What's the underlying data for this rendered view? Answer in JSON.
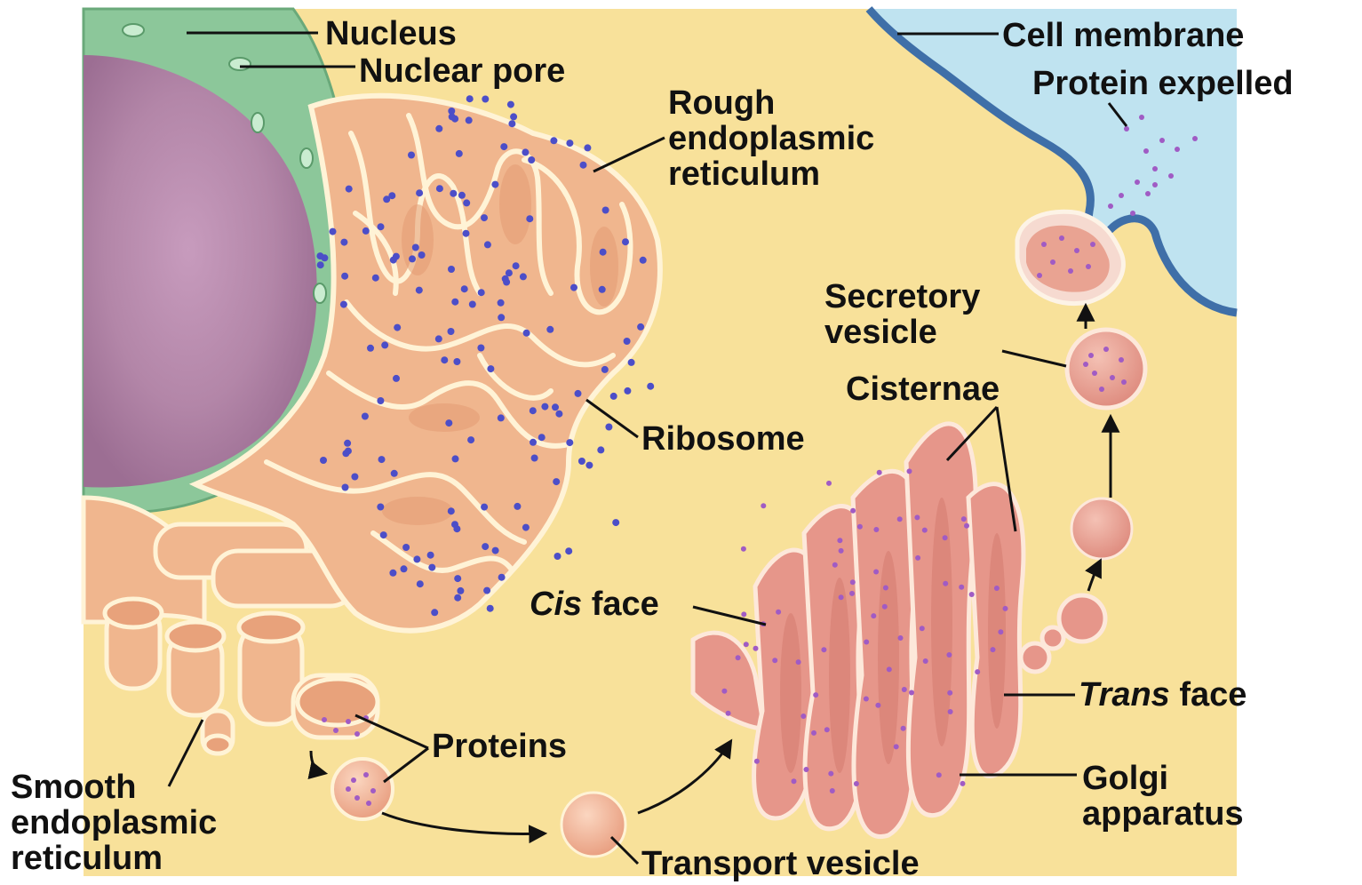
{
  "colors": {
    "cytoplasm": "#f8e19a",
    "exterior": "#bfe3f0",
    "membrane": "#3f6fa8",
    "nuclear_envelope": "#8cc79a",
    "nucleoplasm": "#b98aae",
    "er": "#f0b68e",
    "er_outline": "#fff3d6",
    "golgi": "#e6968a",
    "ribosome": "#4c4ec8",
    "protein_dot": "#a05bc4",
    "label_text": "#111111"
  },
  "icons": {
    "arrow": "curved-arrow-icon",
    "leader": "leader-line"
  },
  "labels": {
    "nucleus": "Nucleus",
    "nuclear_pore": "Nuclear pore",
    "rough_er": [
      "Rough",
      "endoplasmic",
      "reticulum"
    ],
    "ribosome": "Ribosome",
    "smooth_er": [
      "Smooth",
      "endoplasmic",
      "reticulum"
    ],
    "proteins": "Proteins",
    "transport_vesicle": "Transport vesicle",
    "cis_face": {
      "italic": "Cis",
      "rest": "face"
    },
    "cisternae": "Cisternae",
    "trans_face": {
      "italic": "Trans",
      "rest": "face"
    },
    "golgi_apparatus": [
      "Golgi",
      "apparatus"
    ],
    "secretory_vesicle": [
      "Secretory",
      "vesicle"
    ],
    "cell_membrane": "Cell membrane",
    "protein_expelled": "Protein expelled"
  }
}
